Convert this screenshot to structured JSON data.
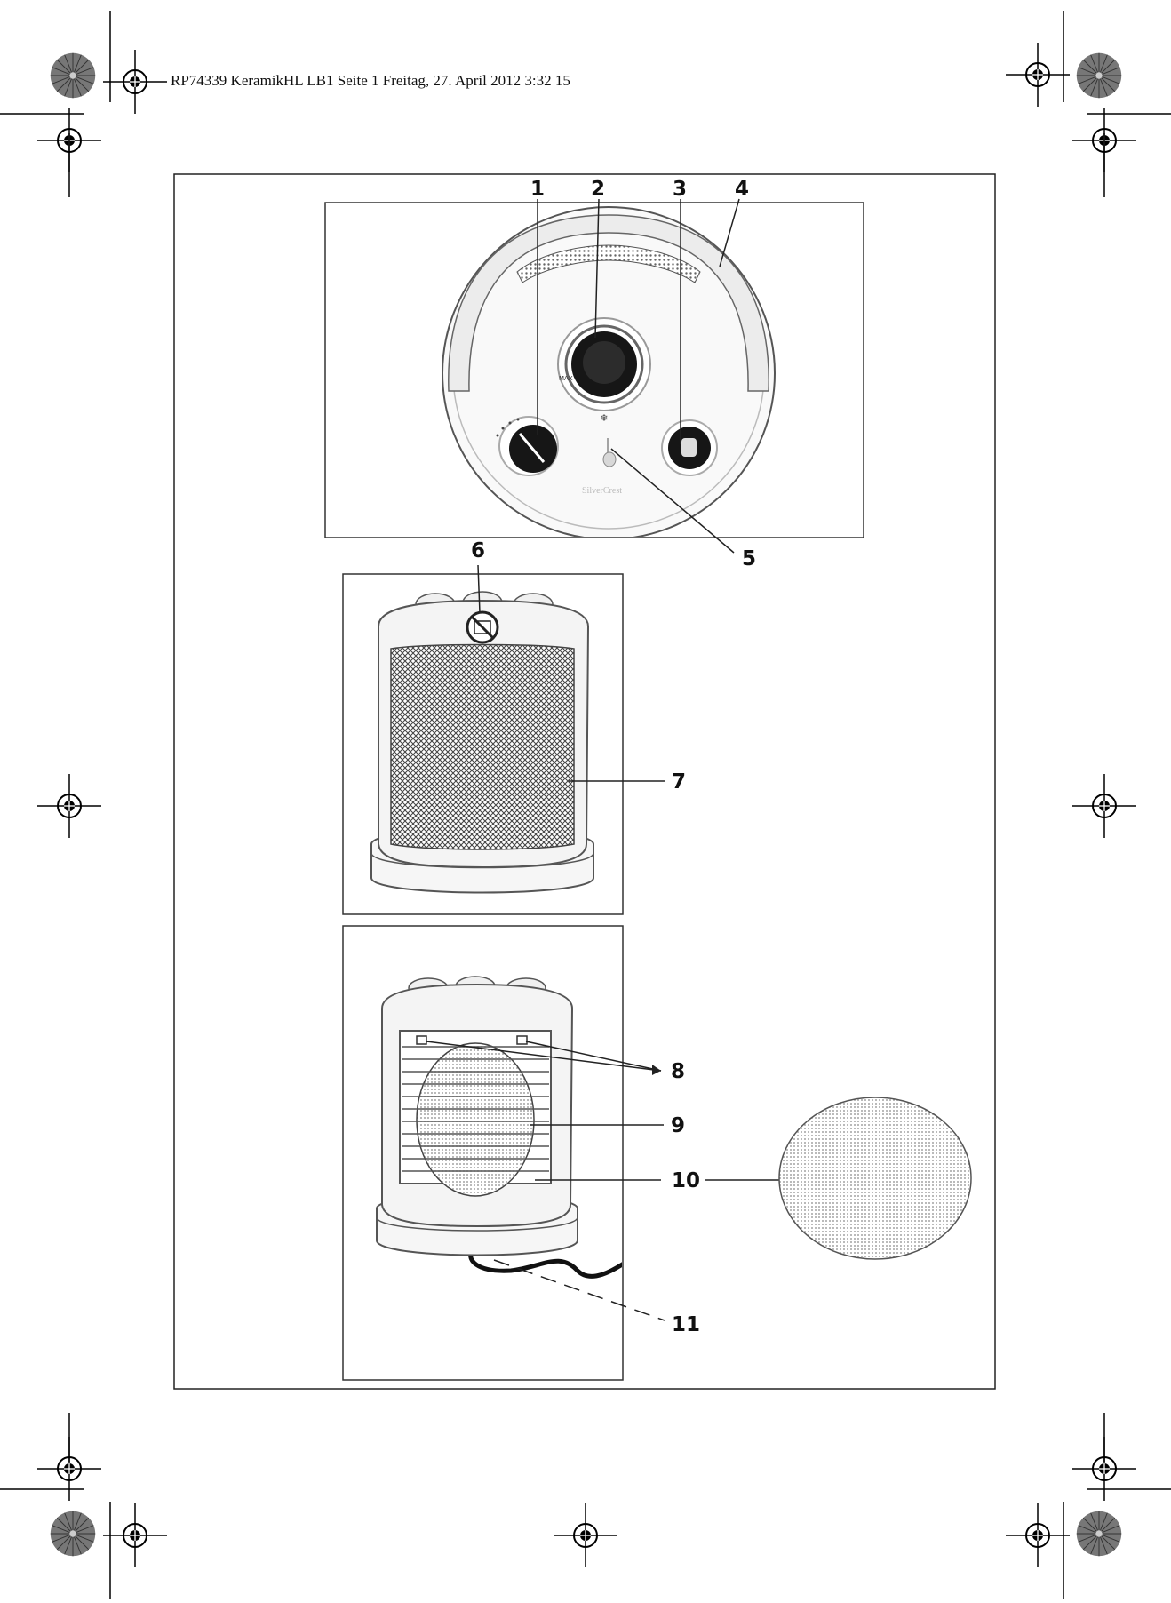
{
  "header_line": "RP74339 KeramikHL LB1  Seite 1  Freitag, 27. April 2012  3:32 15",
  "callouts": {
    "c1": "1",
    "c2": "2",
    "c3": "3",
    "c4": "4",
    "c5": "5",
    "c6": "6",
    "c7": "7",
    "c8": "8",
    "c9": "9",
    "c10": "10",
    "c11": "11"
  },
  "panel": {
    "max_label": "MAX",
    "brand_label": "SilverCrest"
  },
  "colors": {
    "ink": "#111111",
    "outline": "#555555",
    "knob": "#161616",
    "body_fill": "#f4f4f4",
    "grille": "#777777"
  }
}
